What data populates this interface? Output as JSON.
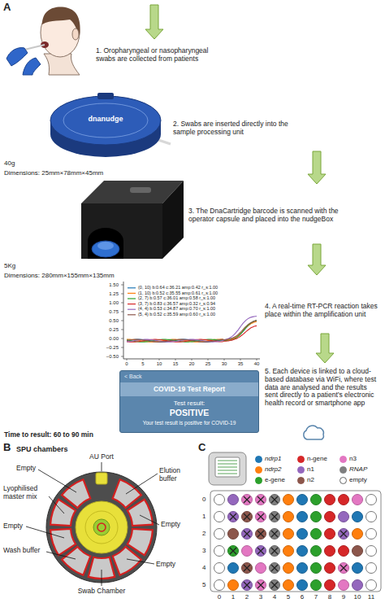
{
  "diagram": {
    "nodes": [
      {
        "text": [
          "< Back",
          "Test result:",
          "POSITIVE",
          "Your test result is positive for COVID-19"
        ]
      },
      {
        "text": [
          "COVID-19 Test Report"
        ],
        "in": 0
      }
    ],
    "labels": [
      "A",
      "1. Oropharyngeal or nasopharyngeal swabs are collected from patients",
      "dnanudge",
      "2. Swabs are inserted directly into the sample processing unit",
      "40g",
      "Dimensions: 25mm×78mm×45mm",
      "3. The DnaCartridge barcode is scanned with the operator capsule and placed into the nudgeBox",
      "5Kg",
      "Dimensions: 280mm×155mm×135mm",
      "1.50",
      "1.25",
      "1.00",
      "0.75",
      "0.50",
      "0.25",
      "0.00",
      "−0.25",
      "−0.50",
      "0",
      "5",
      "10",
      "15",
      "20",
      "25",
      "30",
      "35",
      "40",
      "4. A real-time RT-PCR reaction takes place within the amplification unit",
      "5. Each device is linked to a cloud-based database via WiFi, where test data are analysed and the results sent directly to a patient’s electronic health record or smartphone app",
      "Time to result: 60 to 90 min",
      "B",
      "SPU chambers",
      "AU Port",
      "Empty",
      "Elution buffer",
      "Lyophilised master mix",
      "Empty",
      "Wash buffer",
      "Empty",
      "Empty",
      "Swab Chamber",
      "C",
      "0",
      "1",
      "2",
      "3",
      "4",
      "5",
      "0",
      "1",
      "2",
      "3",
      "4",
      "5",
      "6",
      "7",
      "8",
      "9",
      "10",
      "11"
    ],
    "legend": [
      {
        "text": "(0, 10) b:0.64 c:36.21 amp:0.42 r_s:1.00"
      },
      {
        "text": "(1, 10) b:0.52 c:35.55 amp:0.61 r_s:1.00"
      },
      {
        "text": "(2, 7) b:0.57 c:36.01 amp:0.58 r_s:1.00"
      },
      {
        "text": "(3, 7) b:0.83 c:36.57 amp:0.32 r_s:0.94"
      },
      {
        "text": "(4, 4) b:0.53 c:34.87 amp:0.70 r_s:1.00"
      },
      {
        "text": "(5, 4) b:0.52 c:35.59 amp:0.60 r_s:1.00"
      },
      {
        "text": "ndrp1",
        "color": "#1f77b4"
      },
      {
        "text": "n-gene",
        "color": "#d62728"
      },
      {
        "text": "n3",
        "color": "#e377c2"
      },
      {
        "text": "ndrp2",
        "color": "#ff7f0e"
      },
      {
        "text": "n1",
        "color": "#9467bd"
      },
      {
        "text": "RNAP",
        "color": "#7f7f7f"
      },
      {
        "text": "e-gene",
        "color": "#2ca02c"
      },
      {
        "text": "n2",
        "color": "#8c564b"
      },
      {
        "text": "empty",
        "color": "#ffffff"
      }
    ]
  }
}
